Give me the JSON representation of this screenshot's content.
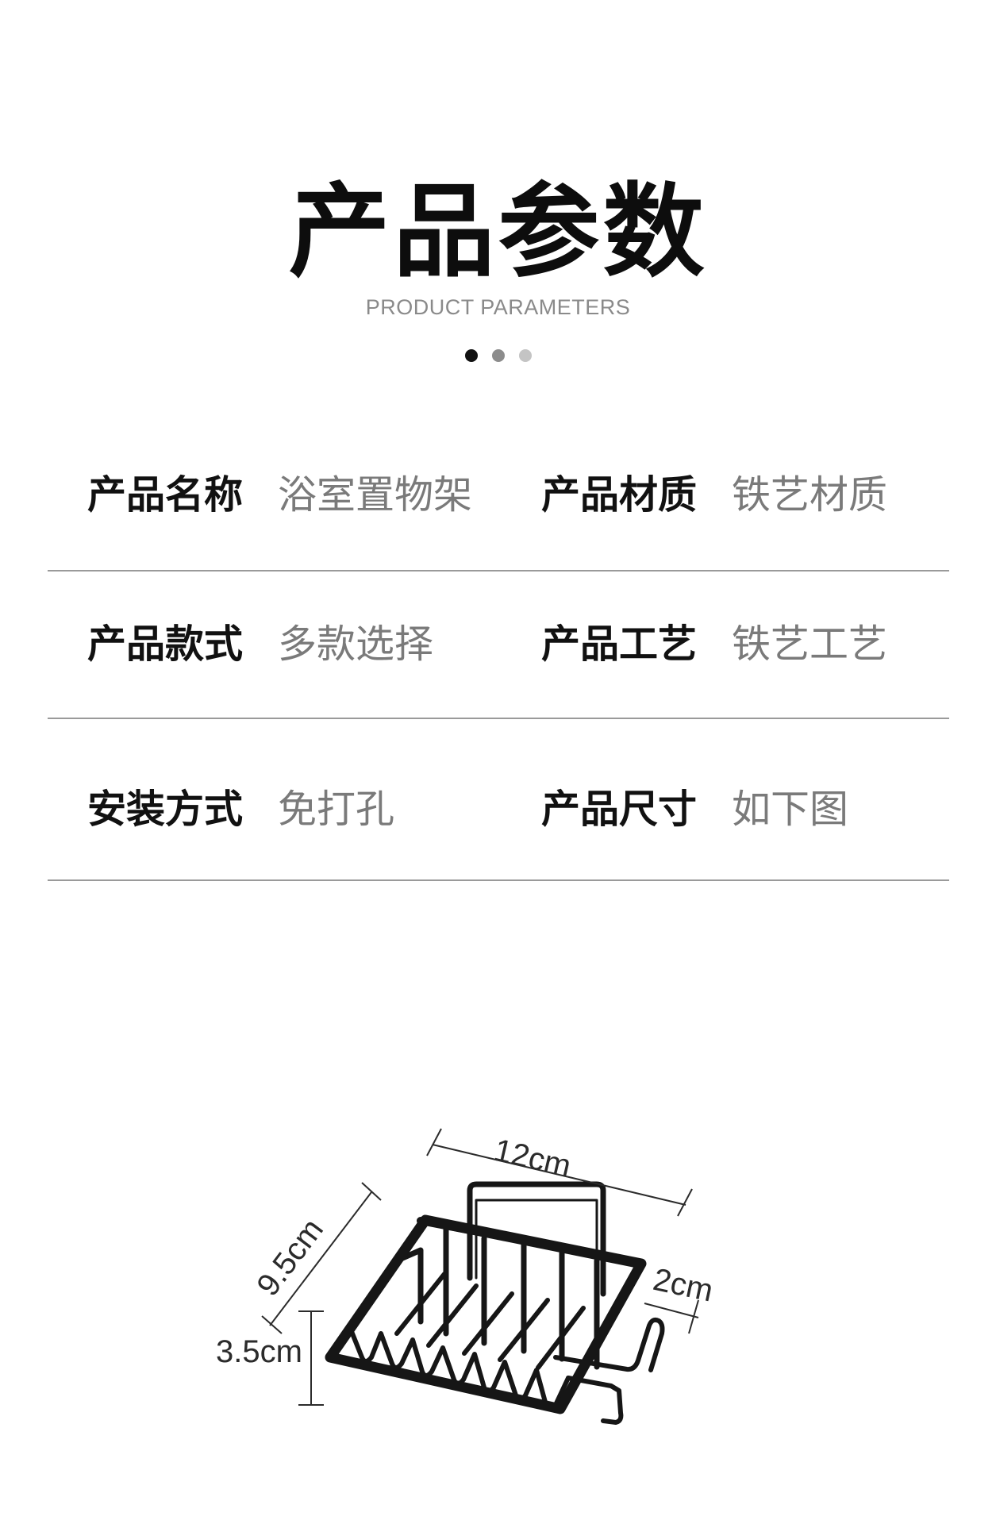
{
  "header": {
    "title": "产品参数",
    "subtitle": "PRODUCT PARAMETERS",
    "dot_colors": [
      "#111111",
      "#8c8c8c",
      "#c4c4c4"
    ]
  },
  "specs": [
    [
      {
        "label": "产品名称",
        "value": "浴室置物架"
      },
      {
        "label": "产品材质",
        "value": "铁艺材质"
      }
    ],
    [
      {
        "label": "产品款式",
        "value": "多款选择"
      },
      {
        "label": "产品工艺",
        "value": "铁艺工艺"
      }
    ],
    [
      {
        "label": "安装方式",
        "value": "免打孔"
      },
      {
        "label": "产品尺寸",
        "value": "如下图"
      }
    ]
  ],
  "dimensions": {
    "length": "12cm",
    "width": "9.5cm",
    "height": "3.5cm",
    "hook": "2cm"
  },
  "colors": {
    "divider": "#9a9a9a",
    "label": "#111111",
    "value": "#7a7a7a",
    "product": "#161616"
  }
}
